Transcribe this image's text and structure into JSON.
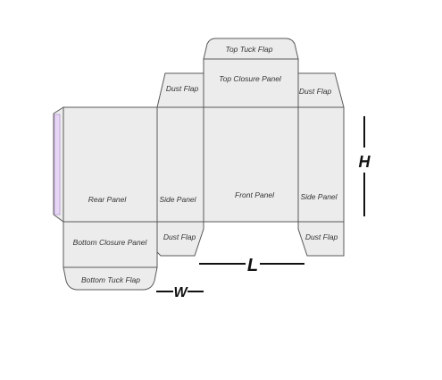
{
  "labels": {
    "top_tuck_flap": "Top Tuck Flap",
    "top_closure_panel": "Top Closure Panel",
    "dust_flap_top_left": "Dust Flap",
    "dust_flap_top_right": "Dust Flap",
    "rear_panel": "Rear Panel",
    "side_panel_left": "Side Panel",
    "front_panel": "Front Panel",
    "side_panel_right": "Side Panel",
    "bottom_closure_panel": "Bottom Closure Panel",
    "bottom_tuck_flap": "Bottom Tuck Flap",
    "dust_flap_bottom_left": "Dust Flap",
    "dust_flap_bottom_right": "Dust Flap"
  },
  "dimensions": {
    "height": "H",
    "length": "L",
    "width": "W"
  },
  "colors": {
    "panel_fill": "#ececec",
    "outline": "#5a5a5a",
    "glue_strip": "#e6d6f4"
  }
}
